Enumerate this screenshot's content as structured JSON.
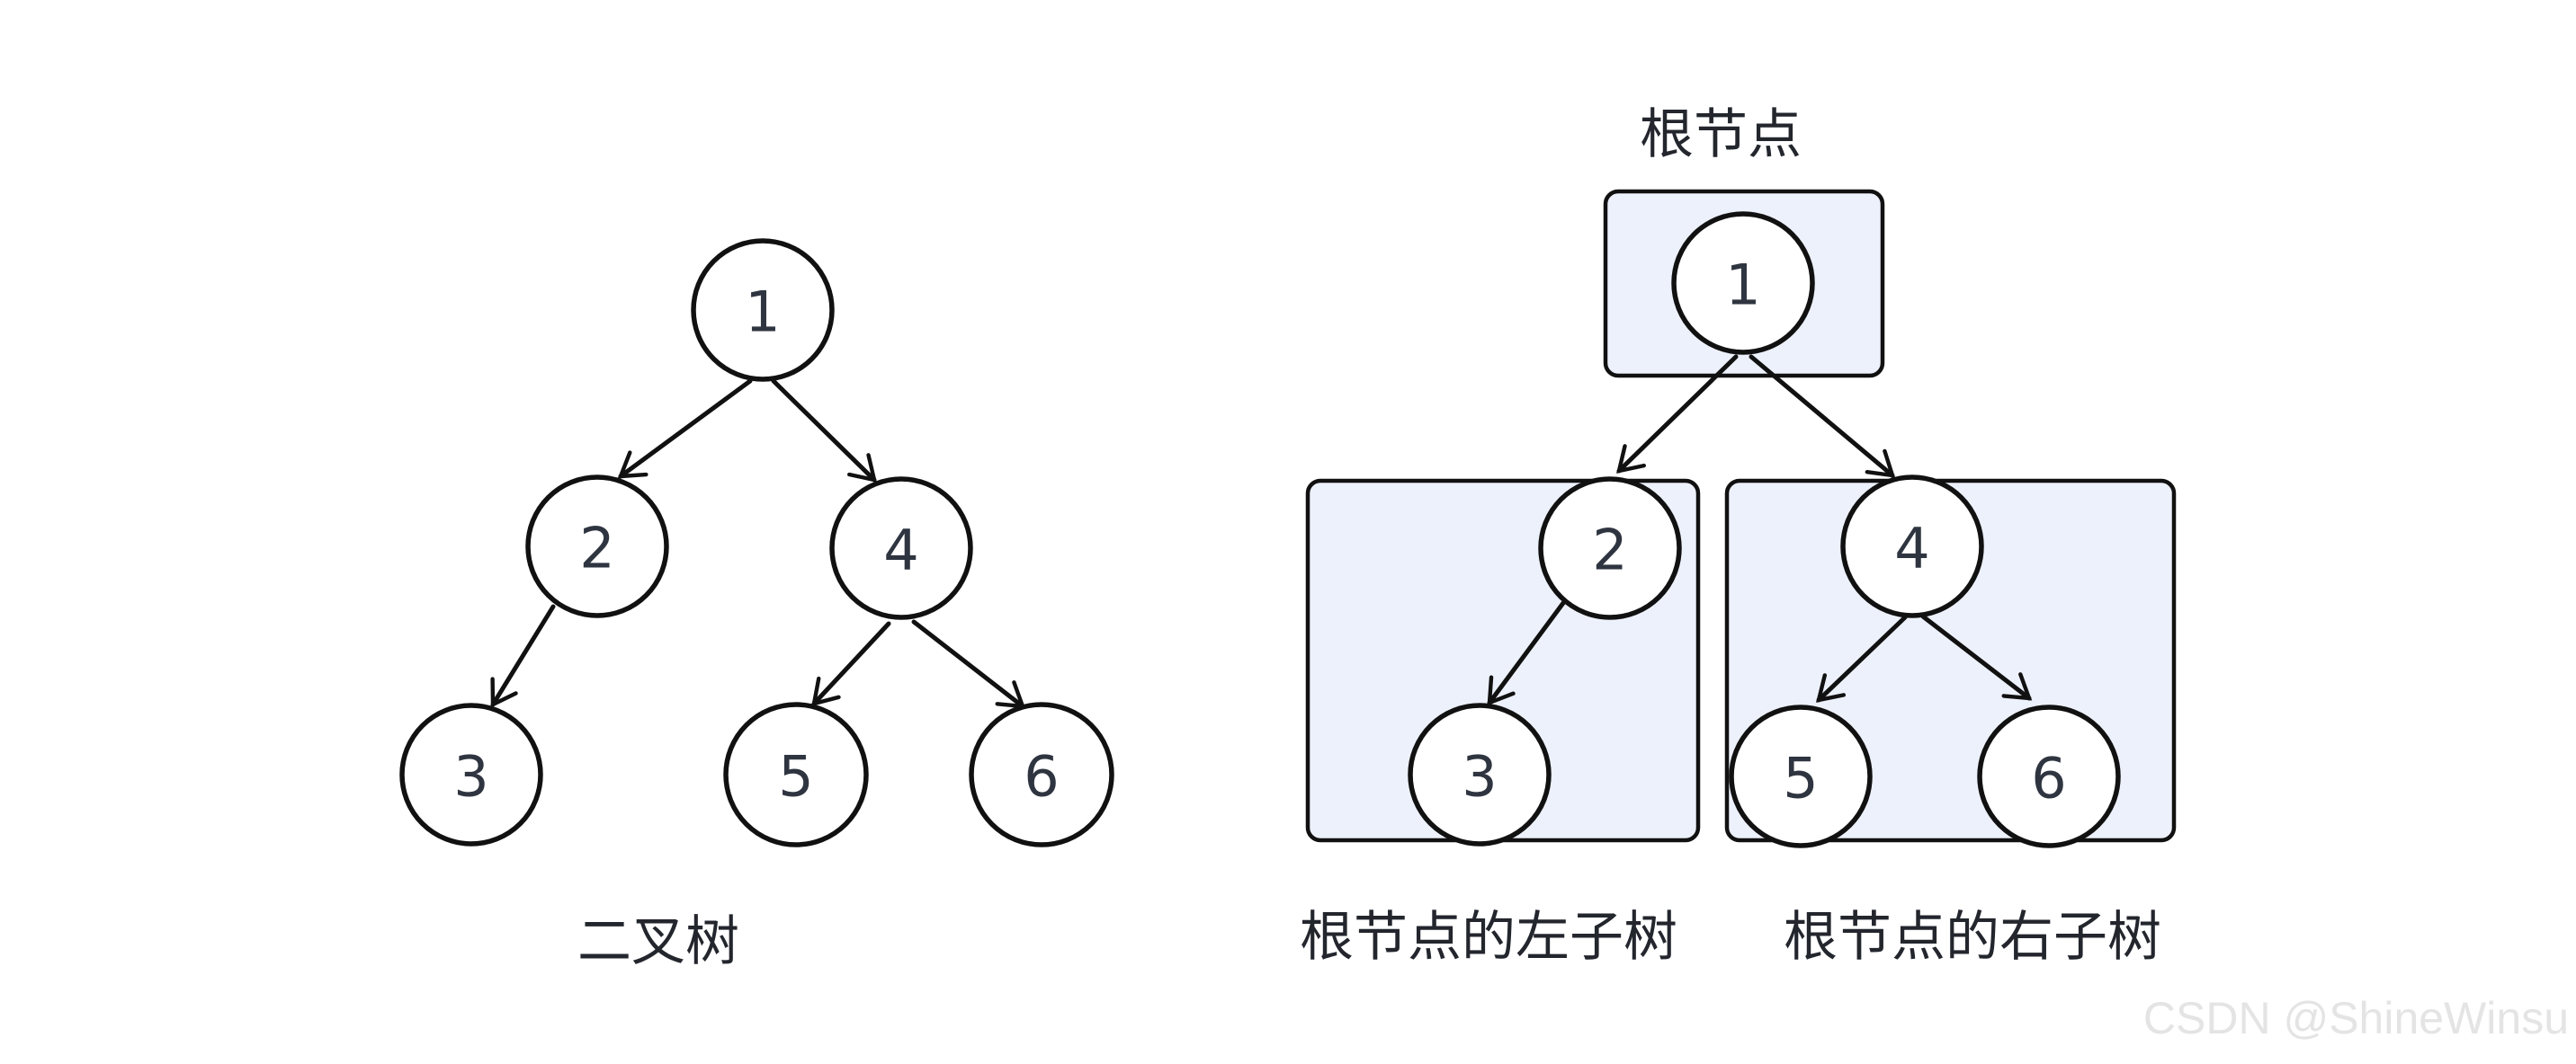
{
  "diagram": {
    "left_tree": {
      "caption": "二叉树",
      "nodes": {
        "n1": "1",
        "n2": "2",
        "n3": "3",
        "n4": "4",
        "n5": "5",
        "n6": "6"
      },
      "edges": [
        [
          "1",
          "2"
        ],
        [
          "1",
          "4"
        ],
        [
          "2",
          "3"
        ],
        [
          "4",
          "5"
        ],
        [
          "4",
          "6"
        ]
      ]
    },
    "right_diagram": {
      "root_label": "根节点",
      "left_subtree_label": "根节点的左子树",
      "right_subtree_label": "根节点的右子树",
      "nodes": {
        "n1": "1",
        "n2": "2",
        "n3": "3",
        "n4": "4",
        "n5": "5",
        "n6": "6"
      },
      "edges": [
        [
          "1",
          "2"
        ],
        [
          "1",
          "4"
        ],
        [
          "2",
          "3"
        ],
        [
          "4",
          "5"
        ],
        [
          "4",
          "6"
        ]
      ]
    },
    "watermark": "CSDN @ShineWinsu"
  },
  "colors": {
    "background": "#ffffff",
    "stroke": "#111111",
    "node_fill": "#ffffff",
    "box_fill": "#edf1fb",
    "number_text": "#2f3540",
    "label_text": "#23262d",
    "watermark": "#e4e4e4"
  }
}
